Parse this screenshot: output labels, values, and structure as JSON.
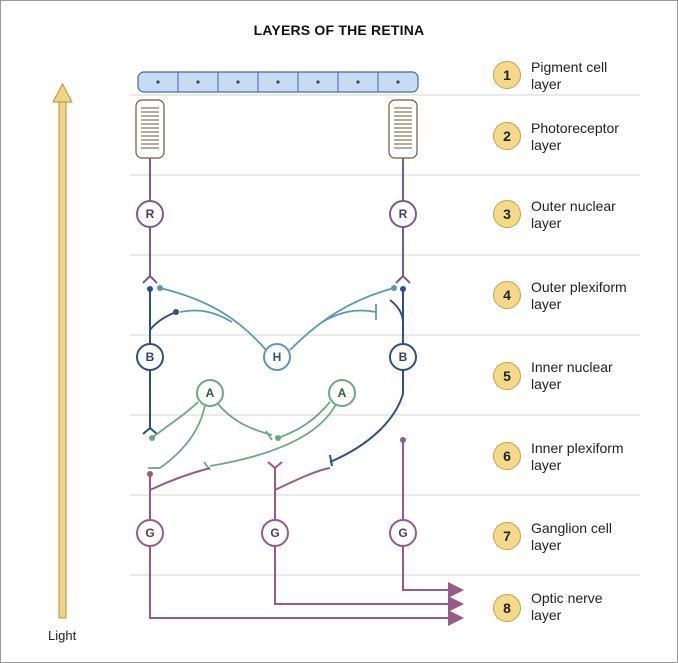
{
  "title": "LAYERS OF THE RETINA",
  "light_label": "Light",
  "layers": [
    {
      "number": "1",
      "line1": "Pigment cell",
      "line2": "layer"
    },
    {
      "number": "2",
      "line1": "Photoreceptor",
      "line2": "layer"
    },
    {
      "number": "3",
      "line1": "Outer nuclear",
      "line2": "layer"
    },
    {
      "number": "4",
      "line1": "Outer plexiform",
      "line2": "layer"
    },
    {
      "number": "5",
      "line1": "Inner nuclear",
      "line2": "layer"
    },
    {
      "number": "6",
      "line1": "Inner plexiform",
      "line2": "layer"
    },
    {
      "number": "7",
      "line1": "Ganglion cell",
      "line2": "layer"
    },
    {
      "number": "8",
      "line1": "Optic nerve",
      "line2": "layer"
    }
  ],
  "cells": {
    "receptor": "R",
    "bipolar": "B",
    "horizontal": "H",
    "amacrine": "A",
    "ganglion": "G"
  },
  "colors": {
    "badge": "#f4d98b",
    "photoreceptor": "#7a5a96",
    "bipolar": "#2f4f8a",
    "horizontal": "#5a98b8",
    "amacrine": "#6aa88a",
    "ganglion": "#9a5a88",
    "pigment": "#c9dbf2",
    "arrow": "#f0d48a"
  }
}
